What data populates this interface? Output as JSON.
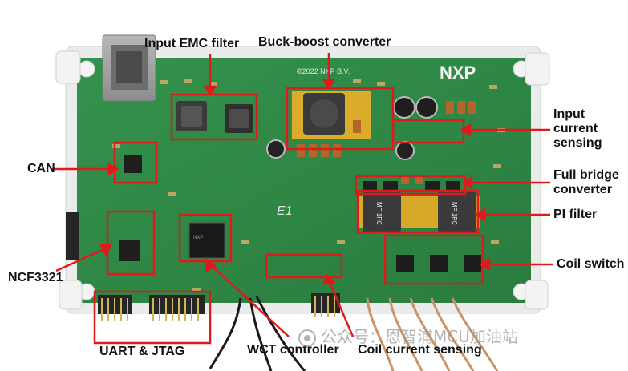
{
  "image": {
    "description_type": "annotated photo of an NXP wireless charging (WCT) PCB"
  },
  "board_text": {
    "copyright": "©2022 NXP B.V.",
    "brand": "NXP"
  },
  "labels": {
    "input_emc_filter": "Input EMC filter",
    "buck_boost": "Buck-boost converter",
    "input_current_sensing": "Input current sensing",
    "can": "CAN",
    "full_bridge": "Full bridge converter",
    "pi_filter": "PI filter",
    "coil_switch": "Coil switch",
    "ncf3321": "NCF3321",
    "uart_jtag": "UART & JTAG",
    "wct_controller": "WCT controller",
    "coil_current_sensing": "Coil current sensing"
  },
  "watermark": "公众号：恩智浦MCU加油站",
  "colors": {
    "pcb_green": "#2f8a45",
    "board_edge": "#ececec",
    "annotation_red": "#e0191b",
    "label_text": "#111111"
  }
}
